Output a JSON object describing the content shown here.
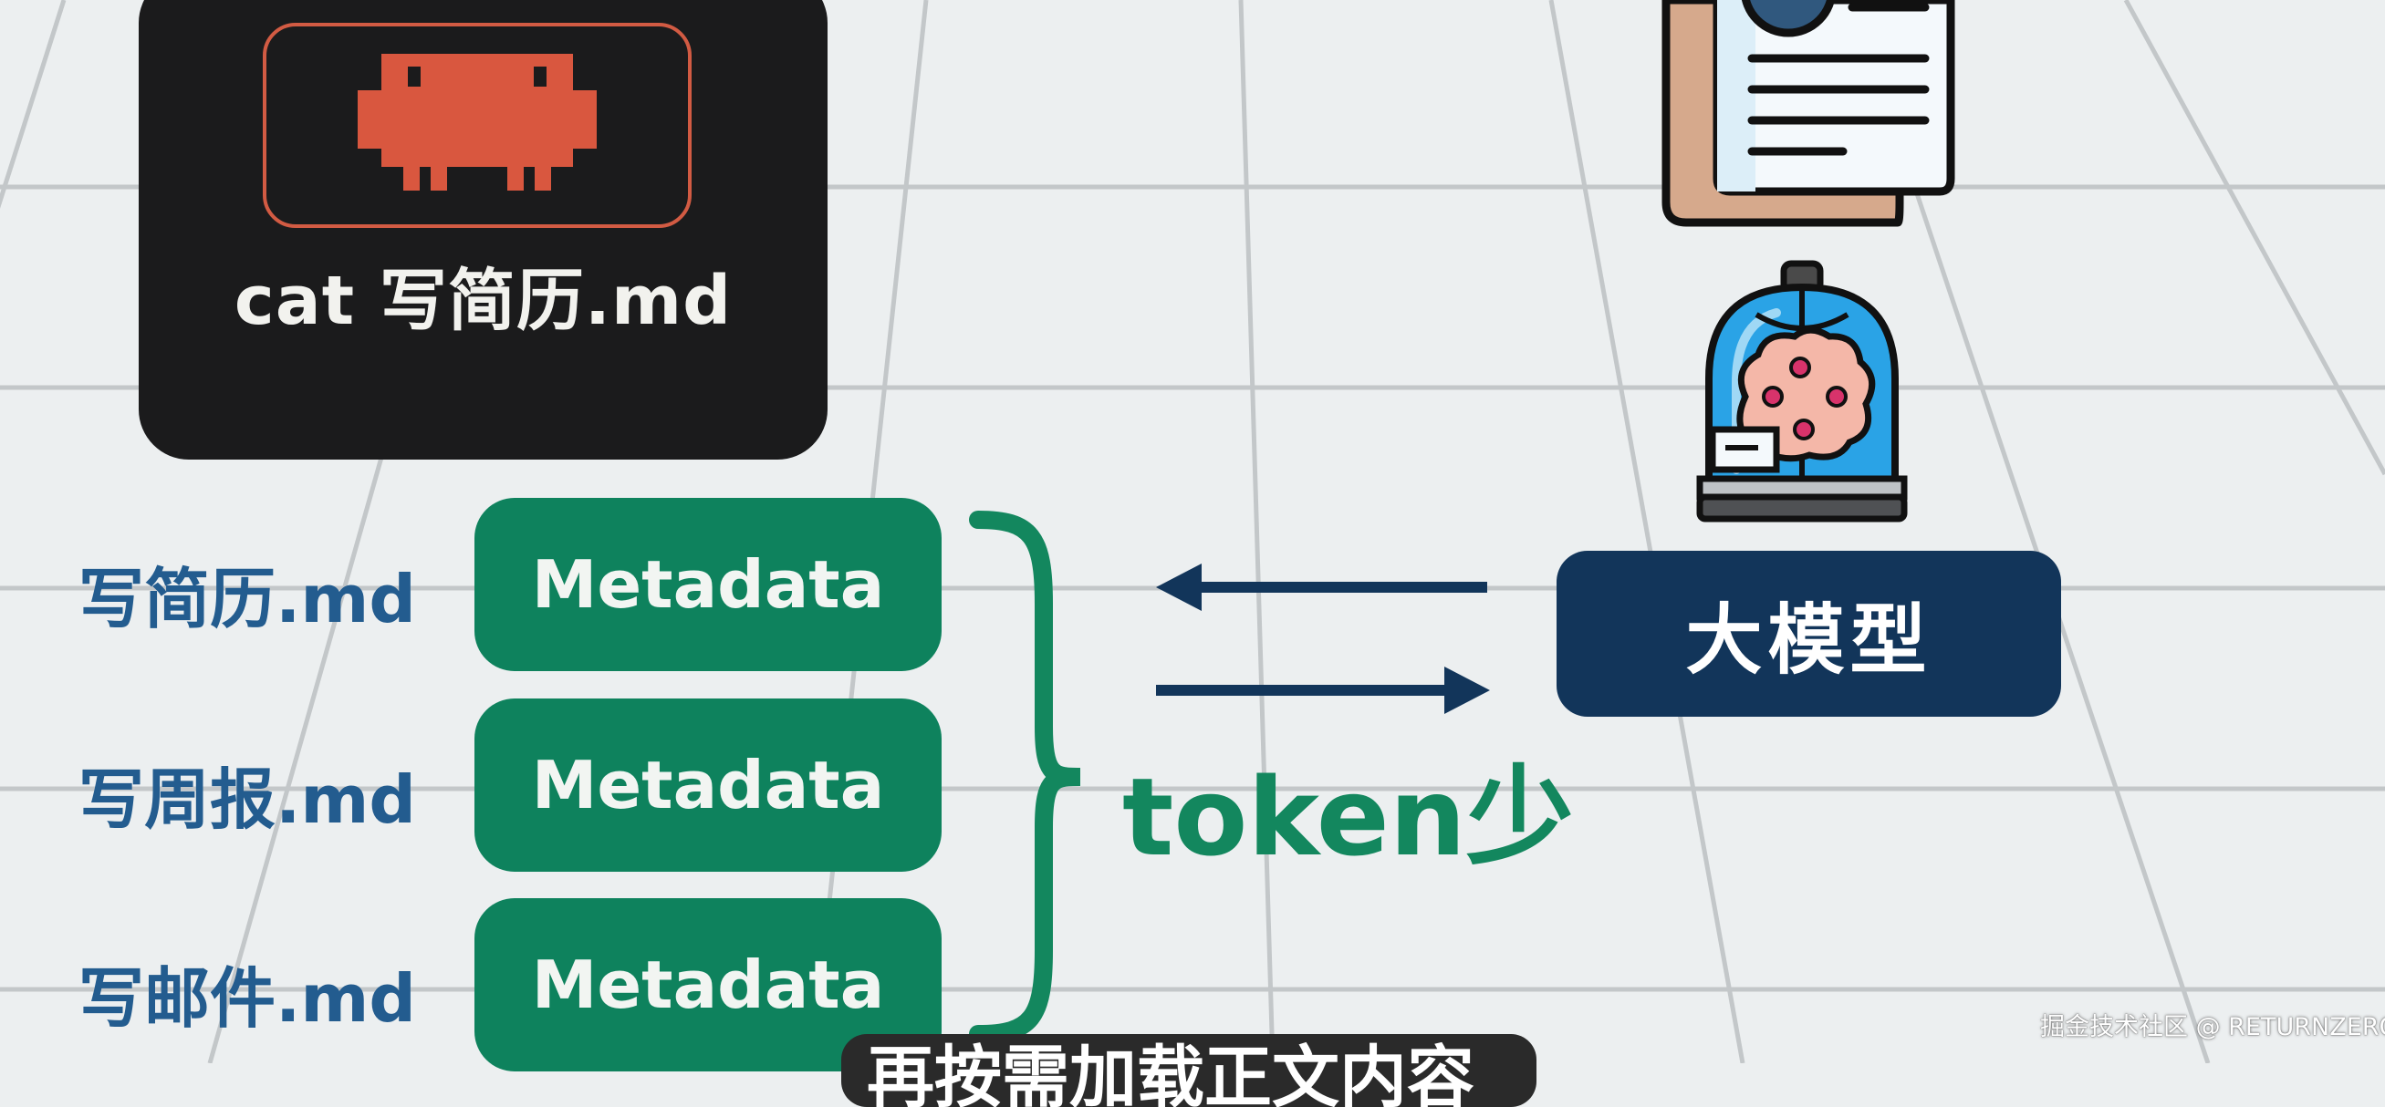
{
  "terminal": {
    "command": "cat 写简历.md"
  },
  "skills": [
    {
      "file": "写简历.md",
      "tag": "Metadata"
    },
    {
      "file": "写周报.md",
      "tag": "Metadata"
    },
    {
      "file": "写邮件.md",
      "tag": "Metadata"
    }
  ],
  "token_note": "token少",
  "model_label": "大模型",
  "caption": "再按需加载正文内容",
  "watermark": "掘金技术社区 @ RETURNZERO",
  "colors": {
    "metadata_green": "#0e825d",
    "model_navy": "#12355a",
    "file_blue": "#235c8f",
    "terminal_bg": "#1b1b1c",
    "icon_red": "#d25b43"
  },
  "icons": [
    "robot-icon",
    "resume-document-icon",
    "brain-in-jar-icon"
  ]
}
